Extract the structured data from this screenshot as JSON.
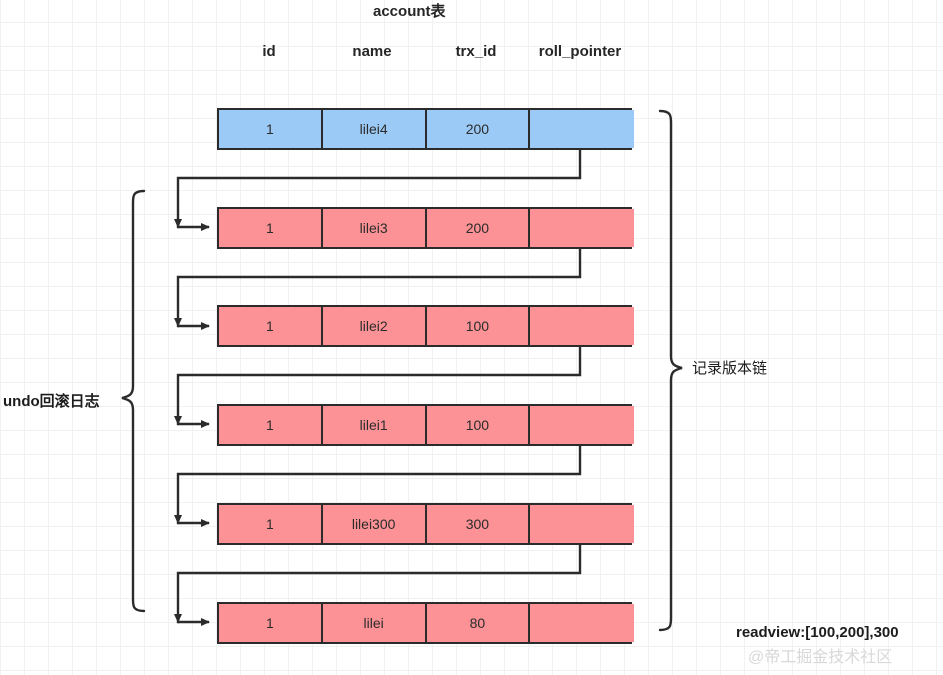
{
  "title": "account表",
  "columns": [
    "id",
    "name",
    "trx_id",
    "roll_pointer"
  ],
  "rows": [
    {
      "id": "1",
      "name": "lilei4",
      "trx_id": "200",
      "roll_pointer": "",
      "color": "blue"
    },
    {
      "id": "1",
      "name": "lilei3",
      "trx_id": "200",
      "roll_pointer": "",
      "color": "red"
    },
    {
      "id": "1",
      "name": "lilei2",
      "trx_id": "100",
      "roll_pointer": "",
      "color": "red"
    },
    {
      "id": "1",
      "name": "lilei1",
      "trx_id": "100",
      "roll_pointer": "",
      "color": "red"
    },
    {
      "id": "1",
      "name": "lilei300",
      "trx_id": "300",
      "roll_pointer": "",
      "color": "red"
    },
    {
      "id": "1",
      "name": "lilei",
      "trx_id": "80",
      "roll_pointer": "",
      "color": "red"
    }
  ],
  "annotations": {
    "left_brace_label": "undo回滚日志",
    "right_brace_label": "记录版本链",
    "readview": "readview:[100,200],300"
  },
  "watermark": "@帝工掘金技术社区",
  "colors": {
    "current_row_fill": "#9ccaf6",
    "undo_row_fill": "#fc9295",
    "border": "#2b2b2b",
    "grid_minor": "#f1f1f1",
    "grid_major": "#e6e6e6",
    "text": "#262626",
    "watermark": "#d8d8d8"
  }
}
